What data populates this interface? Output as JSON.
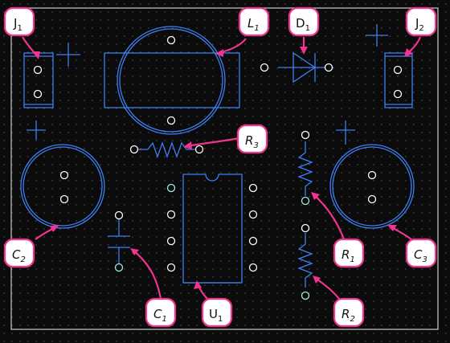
{
  "colors": {
    "board": "#0b0b0b",
    "outline": "#cfcfcf",
    "grid_dot": "#5a5a5a",
    "silkscreen": "#3d7ff0",
    "pad": "#ffffff",
    "pad_alt": "#9feee8",
    "callout": "#f2338f",
    "callout_fill": "#ffffff"
  },
  "labels": {
    "J1": {
      "main": "J",
      "sub": "1",
      "italic": false
    },
    "L1": {
      "main": "L",
      "sub": "1",
      "italic": true
    },
    "D1": {
      "main": "D",
      "sub": "1",
      "italic": false
    },
    "J2": {
      "main": "J",
      "sub": "2",
      "italic": false
    },
    "R3": {
      "main": "R",
      "sub": "3",
      "italic": true
    },
    "C2": {
      "main": "C",
      "sub": "2",
      "italic": true
    },
    "C1": {
      "main": "C",
      "sub": "1",
      "italic": true
    },
    "U1": {
      "main": "U",
      "sub": "1",
      "italic": false
    },
    "R1": {
      "main": "R",
      "sub": "1",
      "italic": true
    },
    "R2": {
      "main": "R",
      "sub": "2",
      "italic": true
    },
    "C3": {
      "main": "C",
      "sub": "3",
      "italic": true
    }
  },
  "icons": {
    "polarity_mark": "plus-icon"
  }
}
